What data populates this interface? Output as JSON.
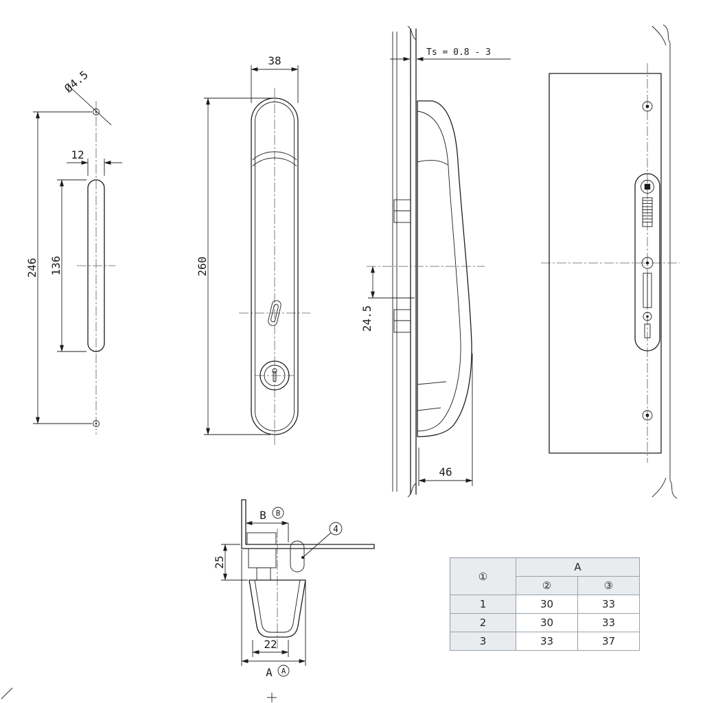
{
  "dims": {
    "cutout_hole_dia": "Ø4.5",
    "cutout_slot_width": "12",
    "cutout_total_height": "246",
    "cutout_slot_height": "136",
    "front_width": "38",
    "front_height": "260",
    "panel_thickness": "Ts = 0.8 - 3",
    "side_offset": "24.5",
    "side_depth": "46",
    "section_b": "B",
    "section_b_ref": "B",
    "section_height": "25",
    "section_part_ref": "4",
    "section_width": "22",
    "section_a": "A",
    "section_a_ref": "A"
  },
  "table": {
    "header_item": "①",
    "header_a": "A",
    "header_col2": "②",
    "header_col3": "③",
    "rows": [
      [
        "1",
        "30",
        "33"
      ],
      [
        "2",
        "30",
        "33"
      ],
      [
        "3",
        "33",
        "37"
      ]
    ]
  },
  "colors": {
    "line": "#1c1c1c",
    "centerline": "#565b61",
    "table_shade": "#e9ecef",
    "table_border": "#99a0a8"
  }
}
